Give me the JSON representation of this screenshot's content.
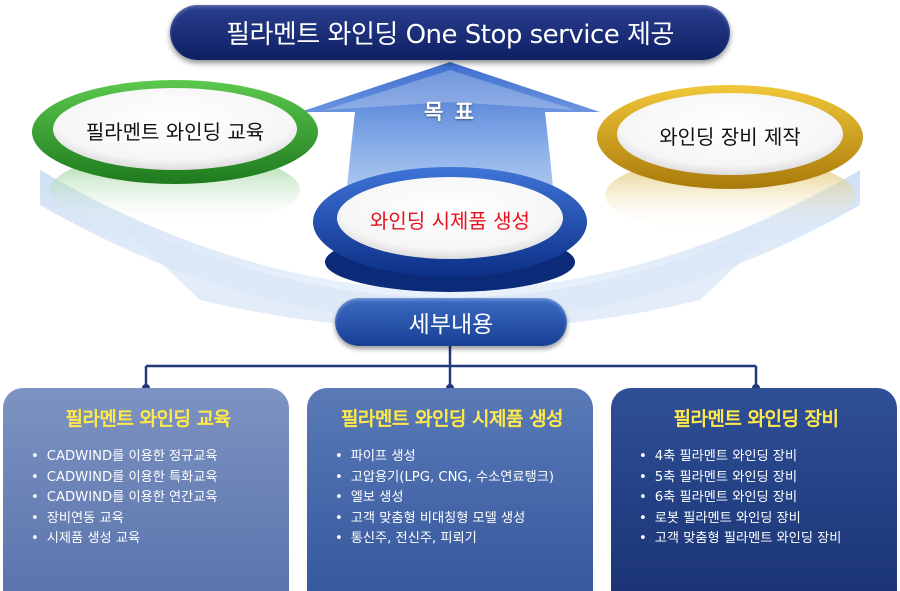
{
  "title": "필라멘트 와인딩 One Stop service 제공",
  "goal_label": "목 표",
  "center_oval": "와인딩 시제품 생성",
  "left_oval": "필라멘트 와인딩 교육",
  "right_oval": "와인딩 장비 제작",
  "details_label": "세부내용",
  "colors": {
    "navy": "#0e1f63",
    "accent_red": "#e8121f",
    "heading_yellow": "#ffe94a",
    "green_ring": "#3fa93a",
    "gold_ring": "#d9a71a",
    "blue_ring": "#1e4fb5"
  },
  "boxes": [
    {
      "heading": "필라멘트 와인딩 교육",
      "items": [
        "CADWIND를 이용한 정규교육",
        "CADWIND를 이용한 특화교육",
        "CADWIND를 이용한 연간교육",
        "장비연동 교육",
        "시제품 생성 교육"
      ]
    },
    {
      "heading": "필라멘트 와인딩 시제품 생성",
      "items": [
        "파이프 생성",
        "고압용기(LPG, CNG, 수소연료탱크)",
        "엘보 생성",
        "고객 맞춤형 비대칭형 모델 생성",
        "통신주, 전신주, 피뢰기"
      ]
    },
    {
      "heading": "필라멘트 와인딩 장비",
      "items": [
        "4축 필라멘트 와인딩 장비",
        "5축 필라멘트 와인딩 장비",
        "6축 필라멘트 와인딩 장비",
        "로봇 필라멘트 와인딩 장비",
        "고객 맞춤형 필라멘트 와인딩 장비"
      ]
    }
  ]
}
